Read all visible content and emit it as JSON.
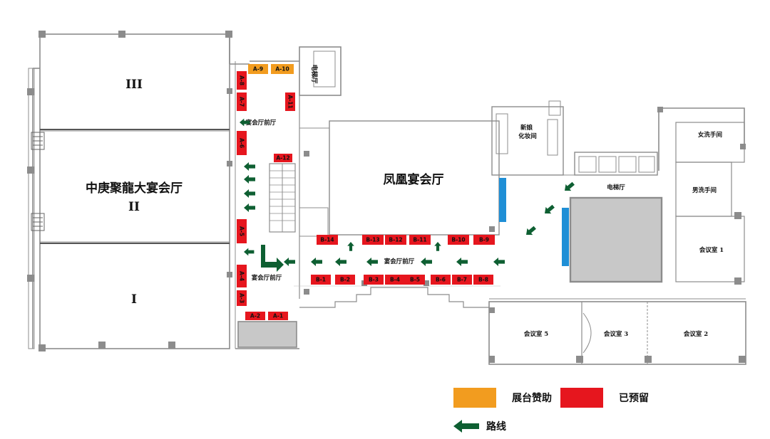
{
  "colors": {
    "sponsor": "#f29c1f",
    "reserved": "#e6161e",
    "route": "#0e5f32",
    "screen": "#1f8fd6",
    "wall": "#8c8c8c",
    "floor_gray": "#c8c8c8"
  },
  "halls": {
    "hall3": "III",
    "grand_hall_name": "中庚聚龍大宴会厅",
    "hall2": "II",
    "hall1": "I",
    "phoenix": "凤凰宴会厅"
  },
  "areas": {
    "foyer_upper": "宴会厅前厅",
    "foyer_lower": "宴会厅前厅",
    "foyer_center": "宴会厅前厅",
    "elevator_hall_left": "电梯厅",
    "elevator_hall_right": "电梯厅",
    "bridal_room": "新娘化妆间",
    "womens_restroom": "女洗手间",
    "mens_restroom": "男洗手间",
    "meeting_room_1": "会议室 1",
    "meeting_room_2": "会议室 2",
    "meeting_room_3": "会议室 3",
    "meeting_room_5": "会议室 5"
  },
  "booths_sponsor": [
    "A-9",
    "A-10"
  ],
  "booths_a": [
    "A-8",
    "A-7",
    "A-6",
    "A-5",
    "A-4",
    "A-3",
    "A-2",
    "A-1",
    "A-11",
    "A-12"
  ],
  "booths_b_top": [
    "B-14",
    "B-13",
    "B-12",
    "B-11",
    "B-10",
    "B-9"
  ],
  "booths_b_bottom": [
    "B-1",
    "B-2",
    "B-3",
    "B-4",
    "B-5",
    "B-6",
    "B-7",
    "B-8"
  ],
  "legend": {
    "sponsor": "展台赞助",
    "reserved": "已预留",
    "route": "路线"
  }
}
